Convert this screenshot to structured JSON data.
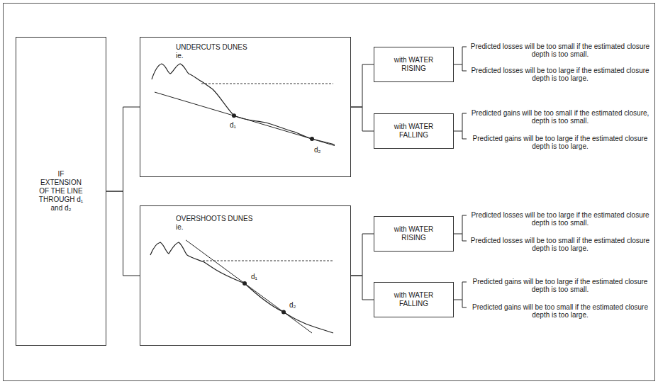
{
  "diagram": {
    "nodes": [
      {
        "text": [
          "IF EXTENSION OF THE LINE THROUGH d₁ and d₂"
        ]
      },
      {
        "text": [
          "UNDERCUTS DUNES ie.",
          "d₁",
          "d₂"
        ]
      },
      {
        "text": [
          "with WATER RISING"
        ]
      },
      {
        "text": [
          "with WATER FALLING"
        ]
      },
      {
        "text": [
          "OVERSHOOTS DUNES ie.",
          "d₁",
          "d₂"
        ]
      },
      {
        "text": [
          "with WATER RISING"
        ]
      },
      {
        "text": [
          "with WATER FALLING"
        ]
      }
    ],
    "edges": [
      {
        "from": 0,
        "to": 1,
        "arrow": "none"
      },
      {
        "from": 0,
        "to": 4,
        "arrow": "none"
      },
      {
        "from": 1,
        "to": 2,
        "arrow": "none"
      },
      {
        "from": 1,
        "to": 3,
        "arrow": "none"
      },
      {
        "from": 4,
        "to": 5,
        "arrow": "none"
      },
      {
        "from": 4,
        "to": 6,
        "arrow": "none"
      }
    ],
    "labels": [
      "Predicted losses will be too small if the estimated closure depth is too small.",
      "Predicted losses will be too large if the estimated closure depth is too large.",
      "Predicted gains will be too small if the estimated closure, depth is too small.",
      "Predicted gains will be too large if the estimated closure depth is too large.",
      "Predicted losses will be too large if the estimated closure depth is too small.",
      "Predicted losses will be too small if the estimated closure depth is too large.",
      "Predicted gains will be too large if the estimated closure depth is too small.",
      "Predicted gains will be too small if the estimated closure depth is too large."
    ]
  }
}
